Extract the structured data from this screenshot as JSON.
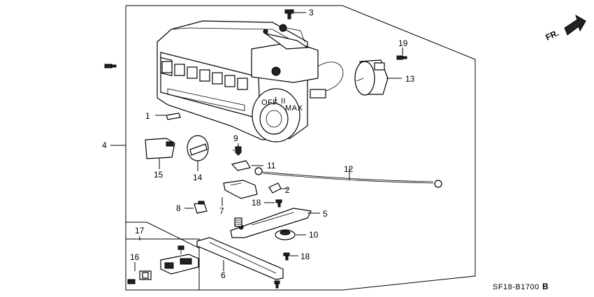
{
  "diagram_code": "SF18-B1700",
  "diagram_revision": "B",
  "direction_label": "FR.",
  "callouts": {
    "c1": "1",
    "c2": "2",
    "c3": "3",
    "c4": "4",
    "c5": "5",
    "c6": "6",
    "c7": "7",
    "c8": "8",
    "c9": "9",
    "c10": "10",
    "c11": "11",
    "c12": "12",
    "c13": "13",
    "c14": "14",
    "c15": "15",
    "c16": "16",
    "c17": "17",
    "c18a": "18",
    "c18b": "18",
    "c19": "19"
  },
  "panel_text": {
    "off": "OFF",
    "mark_i": "I",
    "mark_ii": "II",
    "max": "MAX"
  }
}
